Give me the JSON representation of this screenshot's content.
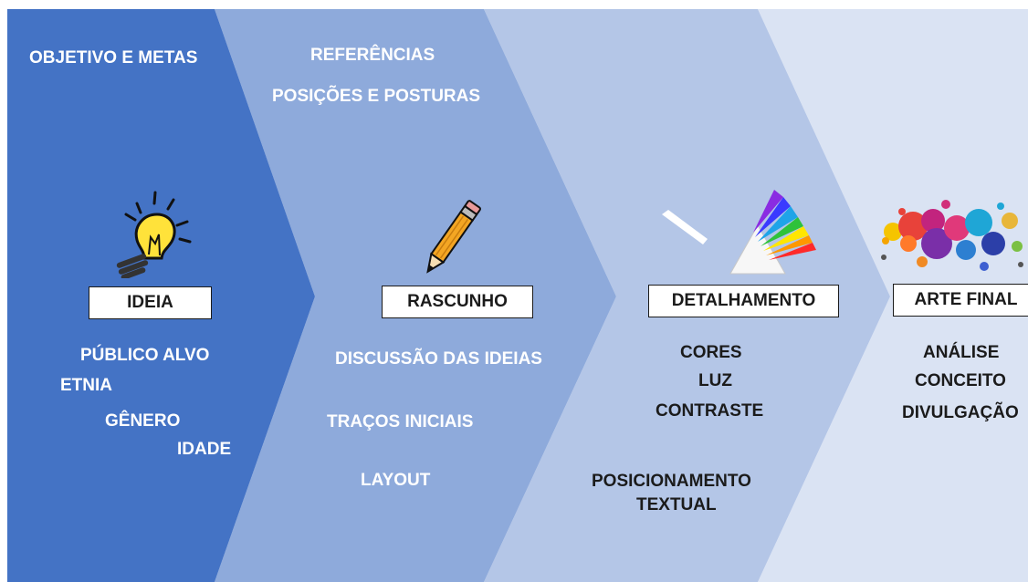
{
  "colors": {
    "stage1": "#4473c5",
    "stage2": "#8eaadb",
    "stage3": "#b4c6e7",
    "stage4": "#dae3f3",
    "text_light": "#ffffff",
    "text_dark": "#1b1b1b"
  },
  "stages": [
    {
      "title": "IDEIA",
      "icon": "lightbulb-icon",
      "top_items": [
        "OBJETIVO E METAS"
      ],
      "bottom_items": [
        "PÚBLICO ALVO",
        "ETNIA",
        "GÊNERO",
        "IDADE"
      ]
    },
    {
      "title": "RASCUNHO",
      "icon": "pencil-icon",
      "top_items": [
        "REFERÊNCIAS",
        "POSIÇÕES E POSTURAS"
      ],
      "bottom_items": [
        "DISCUSSÃO DAS IDEIAS",
        "TRAÇOS INICIAIS",
        "LAYOUT"
      ]
    },
    {
      "title": "DETALHAMENTO",
      "icon": "prism-icon",
      "top_items": [],
      "bottom_items": [
        "CORES",
        "LUZ",
        "CONTRASTE",
        "POSICIONAMENTO",
        "TEXTUAL"
      ]
    },
    {
      "title": "ARTE FINAL",
      "icon": "paint-splash-icon",
      "top_items": [],
      "bottom_items": [
        "ANÁLISE",
        "CONCEITO",
        "DIVULGAÇÃO"
      ]
    }
  ]
}
